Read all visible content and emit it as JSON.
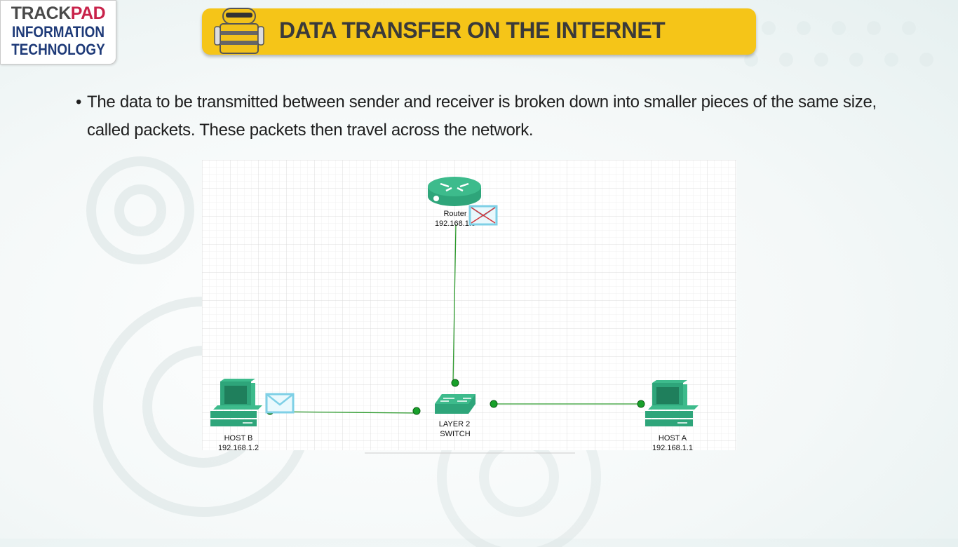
{
  "logo": {
    "brand_part1": "TRACK",
    "brand_part2": "PAD",
    "line2": "INFORMATION",
    "line3": "TECHNOLOGY"
  },
  "header": {
    "title": "DATA TRANSFER ON THE INTERNET"
  },
  "content": {
    "bullet_symbol": "•",
    "bullet_text": "The data to be transmitted between sender and receiver is broken down into smaller pieces of the same size, called packets. These packets then travel across the network."
  },
  "diagram": {
    "router": {
      "name": "Router",
      "ip": "192.168.1.3"
    },
    "switch": {
      "line1": "LAYER 2",
      "line2": "SWITCH"
    },
    "host_b": {
      "name": "HOST B",
      "ip": "192.168.1.2"
    },
    "host_a": {
      "name": "HOST A",
      "ip": "192.168.1.1"
    },
    "colors": {
      "device": "#2ea57a",
      "link": "#2e9a2e",
      "connector": "#17a02a",
      "envelope": "#7fd0e6",
      "envelope_error": "#d0343a"
    }
  },
  "colors": {
    "banner": "#f5c518",
    "title_text": "#3a3a3a",
    "brand_red": "#c8234a",
    "brand_blue": "#1e3a78"
  }
}
